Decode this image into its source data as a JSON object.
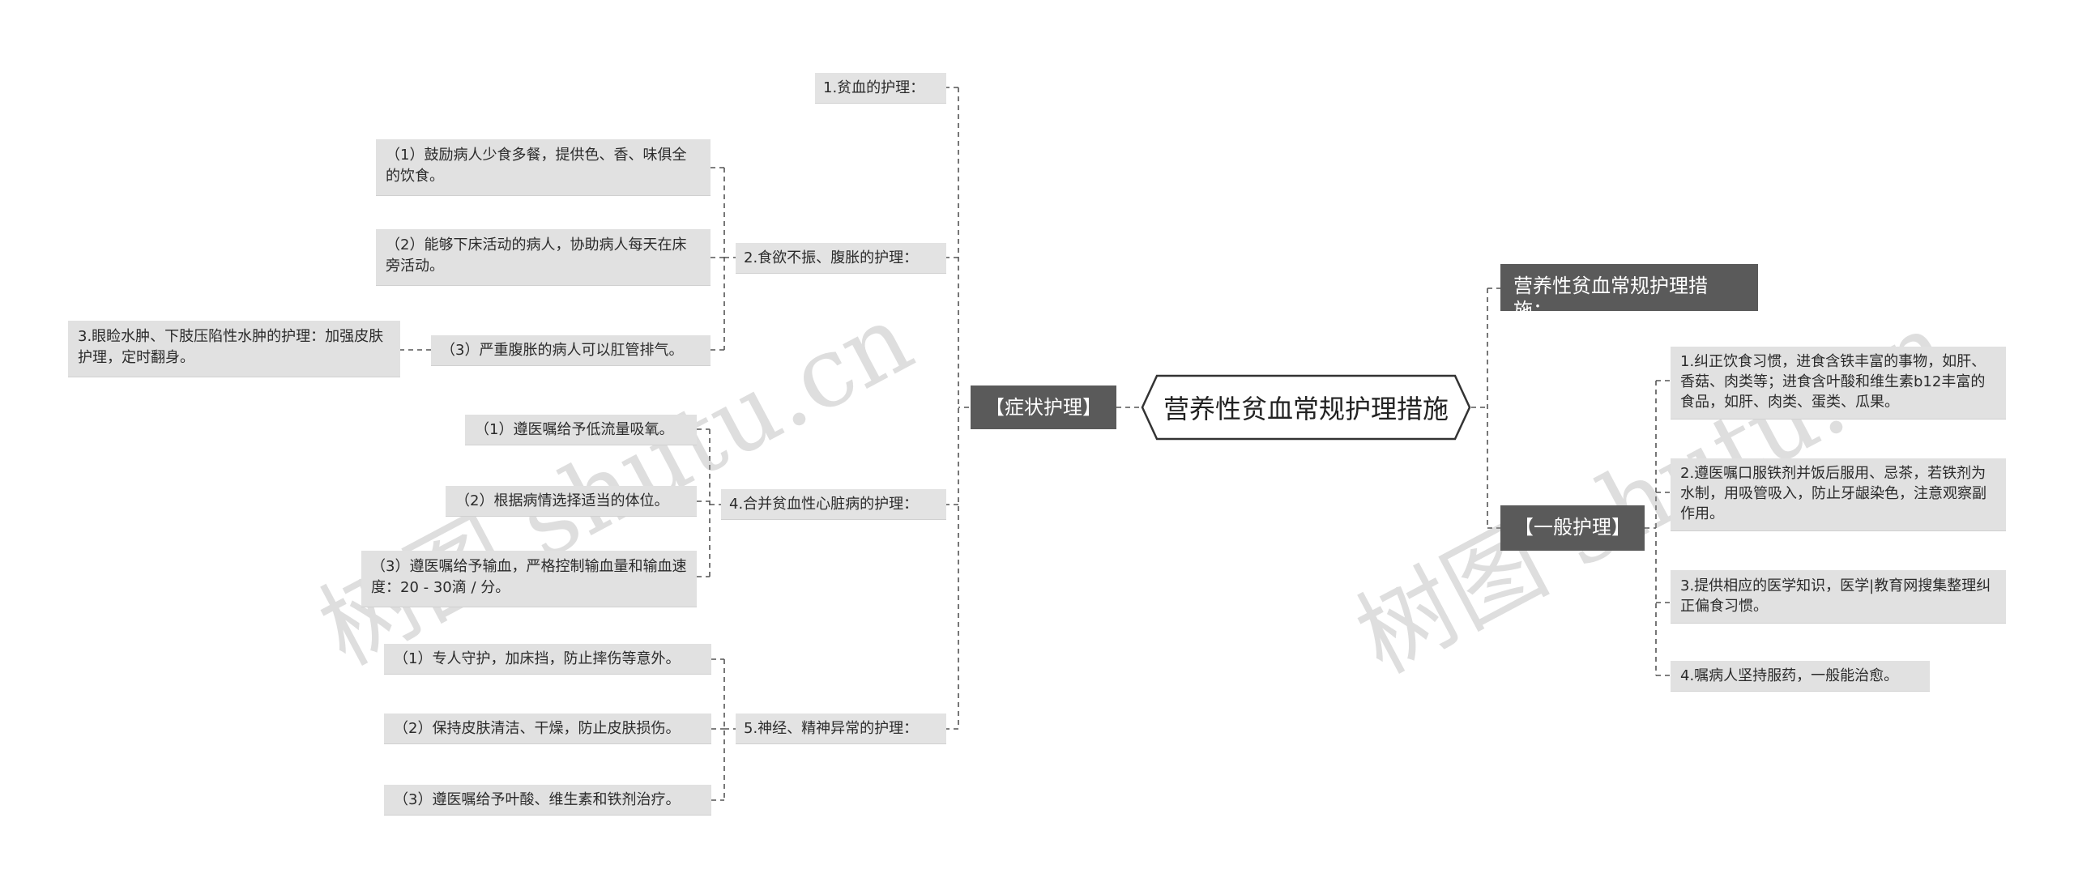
{
  "root": "营养性贫血常规护理措施",
  "left_branch": {
    "label": "【症状护理】",
    "items": [
      {
        "label": "1.贫血的护理："
      },
      {
        "label": "2.食欲不振、腹胀的护理：",
        "children": [
          "（1）鼓励病人少食多餐，提供色、香、味俱全的饮食。",
          "（2）能够下床活动的病人，协助病人每天在床旁活动。",
          "（3）严重腹胀的病人可以肛管排气。"
        ]
      },
      {
        "label": "3.眼睑水肿、下肢压陷性水肿的护理：加强皮肤护理，定时翻身。"
      },
      {
        "label": "4.合并贫血性心脏病的护理：",
        "children": [
          "（1）遵医嘱给予低流量吸氧。",
          "（2）根据病情选择适当的体位。",
          "（3）遵医嘱给予输血，严格控制输血量和输血速度：20 - 30滴 / 分。"
        ]
      },
      {
        "label": "5.神经、精神异常的护理：",
        "children": [
          "（1）专人守护，加床挡，防止摔伤等意外。",
          "（2）保持皮肤清洁、干燥，防止皮肤损伤。",
          "（3）遵医嘱给予叶酸、维生素和铁剂治疗。"
        ]
      }
    ]
  },
  "right_branch": {
    "title": "营养性贫血常规护理措施：",
    "label": "【一般护理】",
    "items": [
      "1.纠正饮食习惯，进食含铁丰富的事物，如肝、香菇、肉类等；进食含叶酸和维生素b12丰富的食品，如肝、肉类、蛋类、瓜果。",
      "2.遵医嘱口服铁剂并饭后服用、忌茶，若铁剂为水制，用吸管吸入，防止牙龈染色，注意观察副作用。",
      "3.提供相应的医学知识，医学|教育网搜集整理纠正偏食习惯。",
      "4.嘱病人坚持服药，一般能治愈。"
    ]
  },
  "watermarks": [
    "树图 shutu.cn",
    "树图 shutu.cn"
  ]
}
